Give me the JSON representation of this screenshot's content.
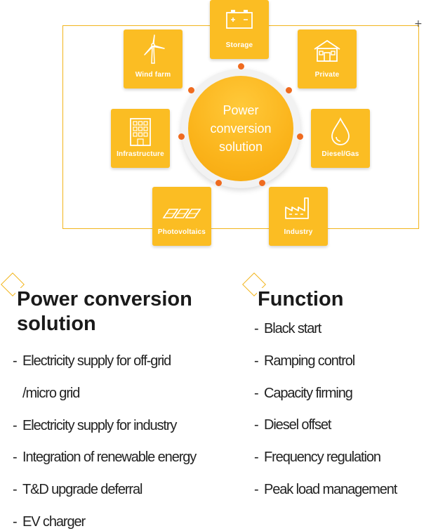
{
  "hub": {
    "label": "Power conversion solution"
  },
  "nodes": [
    {
      "id": "storage",
      "label": "Storage",
      "icon": "battery-icon"
    },
    {
      "id": "private",
      "label": "Private",
      "icon": "house-icon"
    },
    {
      "id": "diesel",
      "label": "Diesel/Gas",
      "icon": "droplet-icon"
    },
    {
      "id": "industry",
      "label": "Industry",
      "icon": "factory-icon"
    },
    {
      "id": "pv",
      "label": "Photovoltaics",
      "icon": "solar-panel-icon"
    },
    {
      "id": "infra",
      "label": "Infrastructure",
      "icon": "building-icon"
    },
    {
      "id": "wind",
      "label": "Wind farm",
      "icon": "wind-turbine-icon"
    }
  ],
  "left": {
    "title_line1": "Power conversion",
    "title_line2": "solution",
    "items": [
      "Electricity supply for off-grid",
      "/micro grid",
      "Electricity supply for  industry",
      "Integration of renewable energy",
      "T&D upgrade deferral",
      "EV charger"
    ]
  },
  "right": {
    "title": "Function",
    "items": [
      "Black start",
      "Ramping control",
      "Capacity firming",
      "Diesel offset",
      "Frequency regulation",
      "Peak load management"
    ]
  },
  "colors": {
    "tile": "#fbbd23",
    "accent_dot": "#ef6b1f",
    "frame": "#f2b51c"
  }
}
